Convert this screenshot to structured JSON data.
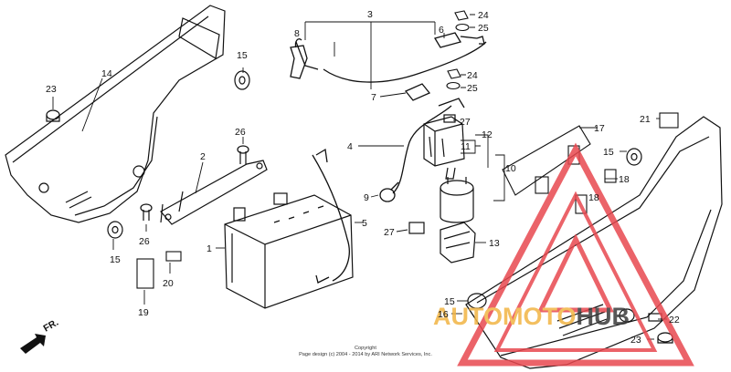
{
  "direction_label": "FR.",
  "copyright_line1": "Copyright",
  "copyright_line2": "Page design (c) 2004 - 2014 by ARI Network Services, Inc.",
  "watermark": {
    "part_a": "AUTOMOTO",
    "part_b": "HUB",
    "color_a": "#f2b544",
    "color_b": "#3a3a3a",
    "logo_color": "#e8484f"
  },
  "callouts": [
    {
      "id": "c-3",
      "text": "3"
    },
    {
      "id": "c-8",
      "text": "8"
    },
    {
      "id": "c-6",
      "text": "6"
    },
    {
      "id": "c-24a",
      "text": "24"
    },
    {
      "id": "c-25a",
      "text": "25"
    },
    {
      "id": "c-24b",
      "text": "24"
    },
    {
      "id": "c-25b",
      "text": "25"
    },
    {
      "id": "c-14",
      "text": "14"
    },
    {
      "id": "c-15a",
      "text": "15"
    },
    {
      "id": "c-23a",
      "text": "23"
    },
    {
      "id": "c-7",
      "text": "7"
    },
    {
      "id": "c-27a",
      "text": "27"
    },
    {
      "id": "c-11",
      "text": "11"
    },
    {
      "id": "c-12",
      "text": "12"
    },
    {
      "id": "c-26a",
      "text": "26"
    },
    {
      "id": "c-2",
      "text": "2"
    },
    {
      "id": "c-4",
      "text": "4"
    },
    {
      "id": "c-10",
      "text": "10"
    },
    {
      "id": "c-17",
      "text": "17"
    },
    {
      "id": "c-21",
      "text": "21"
    },
    {
      "id": "c-15b",
      "text": "15"
    },
    {
      "id": "c-18a",
      "text": "18"
    },
    {
      "id": "c-18b",
      "text": "18"
    },
    {
      "id": "c-9",
      "text": "9"
    },
    {
      "id": "c-5",
      "text": "5"
    },
    {
      "id": "c-1",
      "text": "1"
    },
    {
      "id": "c-26b",
      "text": "26"
    },
    {
      "id": "c-27b",
      "text": "27"
    },
    {
      "id": "c-13",
      "text": "13"
    },
    {
      "id": "c-15c",
      "text": "15"
    },
    {
      "id": "c-20",
      "text": "20"
    },
    {
      "id": "c-19",
      "text": "19"
    },
    {
      "id": "c-15d",
      "text": "15"
    },
    {
      "id": "c-16",
      "text": "16"
    },
    {
      "id": "c-22",
      "text": "22"
    },
    {
      "id": "c-23b",
      "text": "23"
    }
  ]
}
